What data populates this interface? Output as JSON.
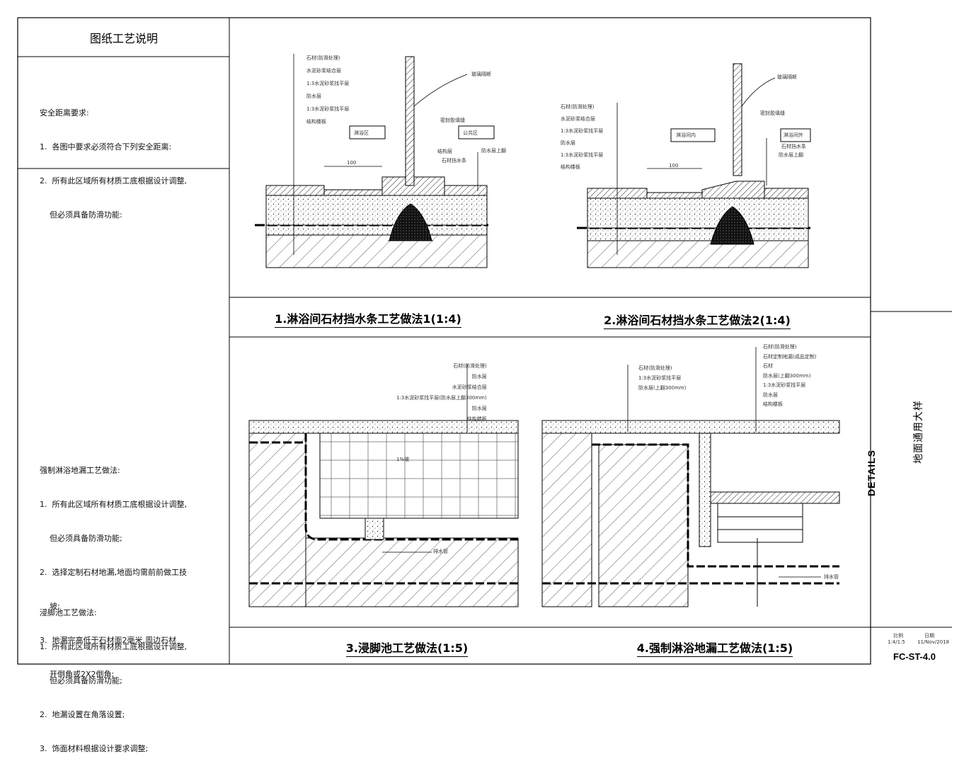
{
  "left_panel": {
    "header": "图纸工艺说明",
    "safety": {
      "title": "安全距离要求:",
      "items": [
        "1.  各图中要求必须符合下列安全距离:",
        "2.  所有此区域所有材质工底根据设计调整,",
        "    但必须具备防滑功能:"
      ]
    },
    "shower": {
      "title": "强制淋浴地漏工艺做法:",
      "items": [
        "1.  所有此区域所有材质工底根据设计调整,",
        "    但必须具备防滑功能;",
        "2.  选择定制石材地漏,地面均需前前做工技",
        "    坡;",
        "3.  地漏完高低于石材面2毫米,周边石材",
        "    开倒角或2X2倒角;"
      ]
    },
    "footbath": {
      "title": "浸脚池工艺做法:",
      "items": [
        "1.  所有此区域所有材质工底根据设计调整,",
        "    但必须具备防滑功能;",
        "2.  地漏设置在角落设置;",
        "3.  饰面材料根据设计要求调整;"
      ]
    }
  },
  "panels": {
    "p1": {
      "title": "1.淋浴间石材挡水条工艺做法1(1:4)",
      "dim": "100",
      "tag_left": "淋浴区",
      "tag_right": "公共区",
      "labels": [
        "石材(防滑处理)",
        "水泥砂浆结合层",
        "1:3水泥砂浆找平层",
        "防水层",
        "1:3水泥砂浆找平层",
        "结构楼板"
      ],
      "right_labels": [
        "玻璃隔断",
        "密封胶填缝",
        "石材挡水条",
        "结构层",
        "防水层上翻"
      ]
    },
    "p2": {
      "title": "2.淋浴间石材挡水条工艺做法2(1:4)",
      "dim": "100",
      "tag_left": "淋浴间内",
      "tag_right": "淋浴间外",
      "labels": [
        "石材(防滑处理)",
        "水泥砂浆结合层",
        "1:3水泥砂浆找平层",
        "防水层",
        "1:3水泥砂浆找平层",
        "结构楼板"
      ],
      "right_labels": [
        "玻璃隔断",
        "密封胶填缝",
        "石材挡水条",
        "防水层上翻"
      ]
    },
    "p3": {
      "title": "3.浸脚池工艺做法(1:5)",
      "labels": [
        "石材(防滑处理)",
        "防水层",
        "水泥砂浆结合层",
        "1:3水泥砂浆找平层(防水层上翻300mm)",
        "防水层",
        "结构楼板"
      ],
      "drain": "排水管",
      "fall": "1%坡"
    },
    "p4": {
      "title": "4.强制淋浴地漏工艺做法(1:5)",
      "labels_left": [
        "石材(防滑处理)",
        "1:3水泥砂浆找平层",
        "防水层(上翻300mm)"
      ],
      "labels_right": [
        "石材(防滑处理)",
        "石材定制地漏(成品定制)",
        "石材",
        "防水层(上翻300mm)",
        "1:3水泥砂浆找平层",
        "防水层",
        "结构楼板"
      ],
      "drain": "排水管"
    }
  },
  "title_block": {
    "title_cn": "地面通用大样",
    "title_en": "DETAILS",
    "scale_label": "比例",
    "date_label": "日期",
    "scale": "1:4/1:5",
    "date": "11/Nov/2018",
    "sheet_no": "FC-ST-4.0"
  }
}
